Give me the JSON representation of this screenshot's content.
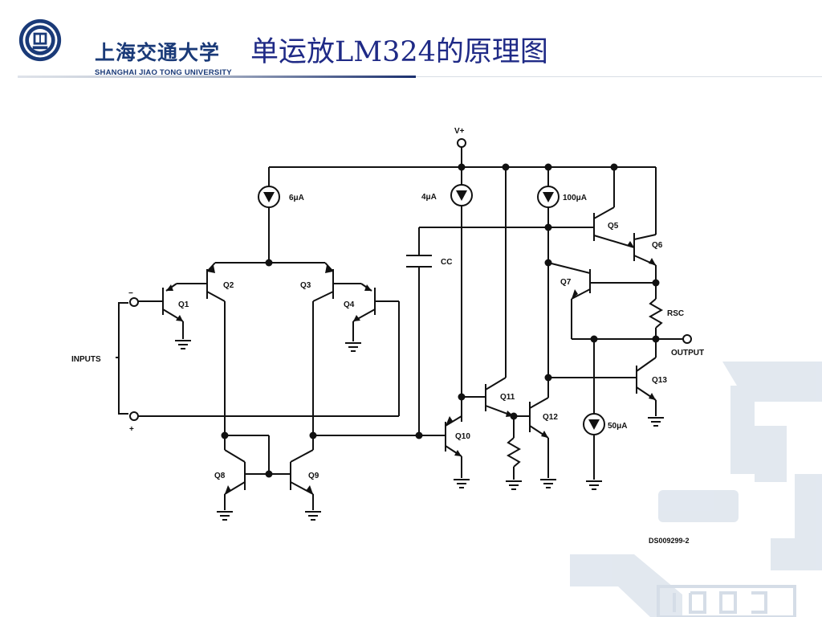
{
  "header": {
    "logo_cn": "上海交通大学",
    "logo_en": "SHANGHAI  JIAO TONG  UNIVERSITY",
    "title": "单运放LM324的原理图"
  },
  "diagram": {
    "supply_label": "V+",
    "current_sources": [
      "6μA",
      "4μA",
      "100μA",
      "50μA"
    ],
    "transistors": [
      "Q1",
      "Q2",
      "Q3",
      "Q4",
      "Q5",
      "Q6",
      "Q7",
      "Q8",
      "Q9",
      "Q10",
      "Q11",
      "Q12",
      "Q13"
    ],
    "capacitor": "CC",
    "resistor": "RSC",
    "inputs_label": "INPUTS",
    "input_minus": "−",
    "input_plus": "+",
    "output_label": "OUTPUT",
    "doc_code": "DS009299-2"
  }
}
